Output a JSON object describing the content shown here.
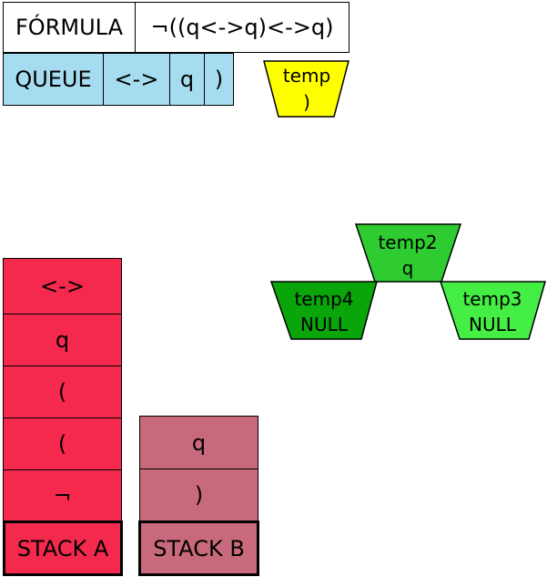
{
  "formula": {
    "label": "FÓRMULA",
    "value": "¬((q<->q)<->q)"
  },
  "queue": {
    "label": "QUEUE",
    "items": [
      "<->",
      "q",
      ")"
    ]
  },
  "temp": {
    "name": "temp",
    "value": ")",
    "color": "#ffff00"
  },
  "tree": {
    "root": {
      "name": "temp2",
      "value": "q",
      "color": "#2ecc30"
    },
    "left": {
      "name": "temp4",
      "value": "NULL",
      "color": "#0aa50a"
    },
    "right": {
      "name": "temp3",
      "value": "NULL",
      "color": "#44ee44"
    }
  },
  "stack_a": {
    "label": "STACK A",
    "items": [
      "<->",
      "q",
      "(",
      "(",
      "¬"
    ],
    "color": "#f5294e"
  },
  "stack_b": {
    "label": "STACK B",
    "items": [
      "q",
      ")"
    ],
    "color": "#c96a7c"
  }
}
